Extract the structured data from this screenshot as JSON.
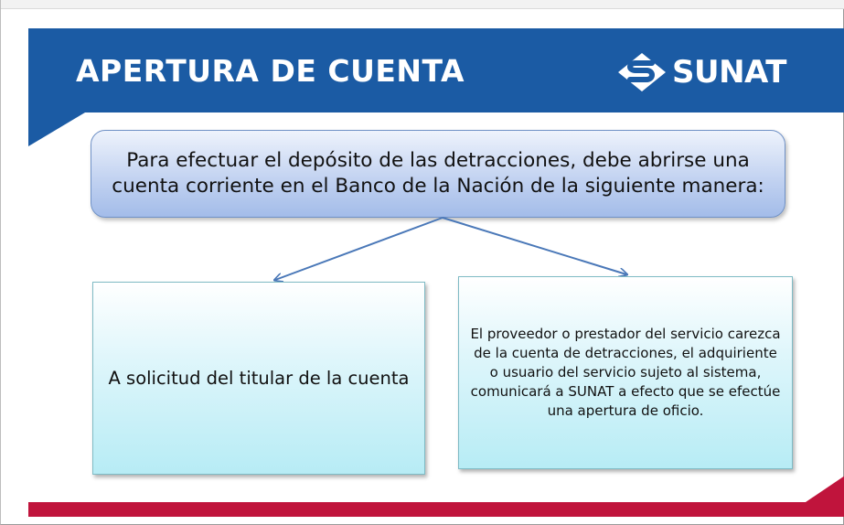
{
  "header": {
    "title": "APERTURA DE CUENTA",
    "logo_text": "SUNAT",
    "logo_icon": "sunat-diamond-icon",
    "background_color": "#1b5ba4",
    "accent_color": "#c0143c"
  },
  "intro": {
    "text": "Para efectuar el depósito de las detracciones, debe abrirse una cuenta corriente en el Banco de la Nación de la siguiente manera:"
  },
  "options": [
    {
      "text": "A solicitud del titular de la cuenta"
    },
    {
      "text": "El proveedor o prestador del servicio carezca de la cuenta de detracciones, el adquiriente o usuario del servicio sujeto al sistema, comunicará a SUNAT a efecto que se efectúe una apertura de oficio."
    }
  ]
}
